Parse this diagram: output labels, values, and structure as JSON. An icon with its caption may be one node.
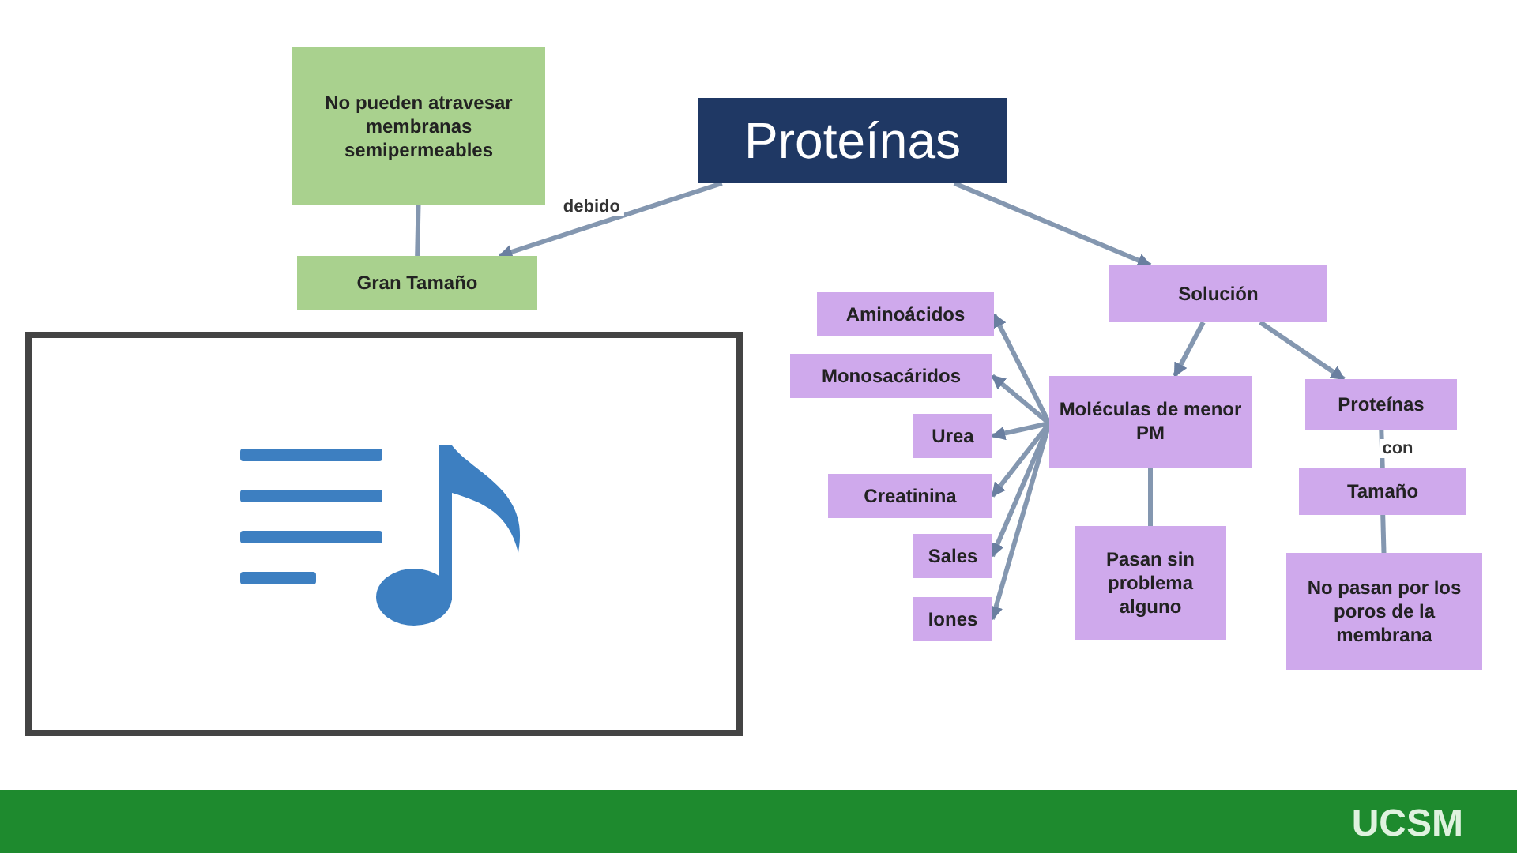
{
  "diagram": {
    "nodes": [
      {
        "text": [
          "No pueden atravesar membranas semipermeables"
        ]
      },
      {
        "text": [
          "Gran Tamaño"
        ]
      },
      {
        "text": [
          "Proteínas"
        ]
      },
      {
        "text": [
          "Solución"
        ]
      },
      {
        "text": [
          "Aminoácidos"
        ]
      },
      {
        "text": [
          "Monosacáridos"
        ]
      },
      {
        "text": [
          "Urea"
        ]
      },
      {
        "text": [
          "Creatinina"
        ]
      },
      {
        "text": [
          "Sales"
        ]
      },
      {
        "text": [
          "Iones"
        ]
      },
      {
        "text": [
          "Moléculas de menor PM"
        ]
      },
      {
        "text": [
          "Pasan sin problema alguno"
        ]
      },
      {
        "text": [
          "Proteínas"
        ]
      },
      {
        "text": [
          "Tamaño"
        ]
      },
      {
        "text": [
          "No pasan por los poros de la membrana"
        ]
      }
    ],
    "edges": [
      {
        "from": 2,
        "to": 1,
        "arrow": "to",
        "label": "debido"
      },
      {
        "from": 1,
        "to": 0,
        "arrow": "none"
      },
      {
        "from": 2,
        "to": 3,
        "arrow": "to"
      },
      {
        "from": 3,
        "to": 10,
        "arrow": "to"
      },
      {
        "from": 3,
        "to": 12,
        "arrow": "to"
      },
      {
        "from": 10,
        "to": 4,
        "arrow": "to"
      },
      {
        "from": 10,
        "to": 5,
        "arrow": "to"
      },
      {
        "from": 10,
        "to": 6,
        "arrow": "to"
      },
      {
        "from": 10,
        "to": 7,
        "arrow": "to"
      },
      {
        "from": 10,
        "to": 8,
        "arrow": "to"
      },
      {
        "from": 10,
        "to": 9,
        "arrow": "to"
      },
      {
        "from": 10,
        "to": 11,
        "arrow": "none"
      },
      {
        "from": 12,
        "to": 13,
        "arrow": "none",
        "label": "con"
      },
      {
        "from": 13,
        "to": 14,
        "arrow": "none"
      }
    ],
    "labels": [
      "UCSM"
    ]
  }
}
